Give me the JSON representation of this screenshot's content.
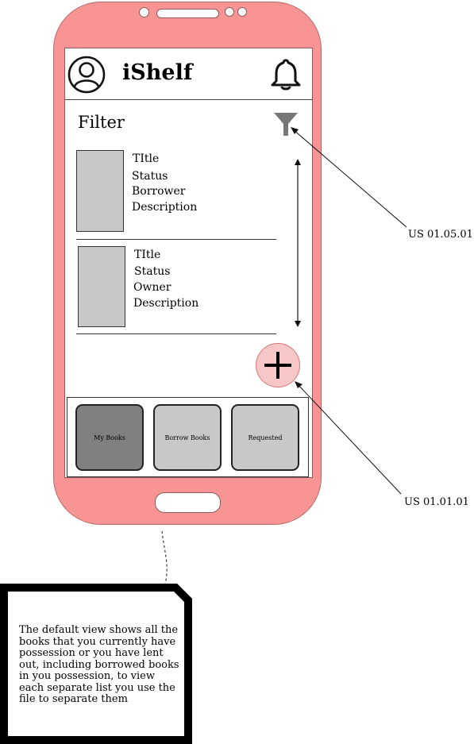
{
  "app": {
    "title": "iShelf",
    "filter_label": "Filter"
  },
  "icons": {
    "profile": "user-circle-icon",
    "notifications": "bell-icon",
    "filter": "funnel-icon",
    "add": "plus-icon",
    "scroll": "vertical-double-arrow-icon"
  },
  "books": [
    {
      "title_label": "TItle",
      "status_label": "Status",
      "person_label": "Borrower",
      "description_label": "Description"
    },
    {
      "title_label": "TItle",
      "status_label": "Status",
      "person_label": "Owner",
      "description_label": "Description"
    }
  ],
  "nav": {
    "my_books": "My Books",
    "borrow_books": "Borrow Books",
    "requested": "Requested"
  },
  "annotations": {
    "filter_story": "US 01.05.01",
    "add_story": "US 01.01.01",
    "note": "The default view shows all the books that you currently have possession or you have lent out, including borrowed books in you possession, to view each separate list you use the file to separate them"
  },
  "colors": {
    "phone_body": "#f99494",
    "fab_fill": "#f7c6c6",
    "nav_selected": "#808080",
    "nav_unselected": "#c8c8c8",
    "thumbnail": "#c8c8c8"
  }
}
